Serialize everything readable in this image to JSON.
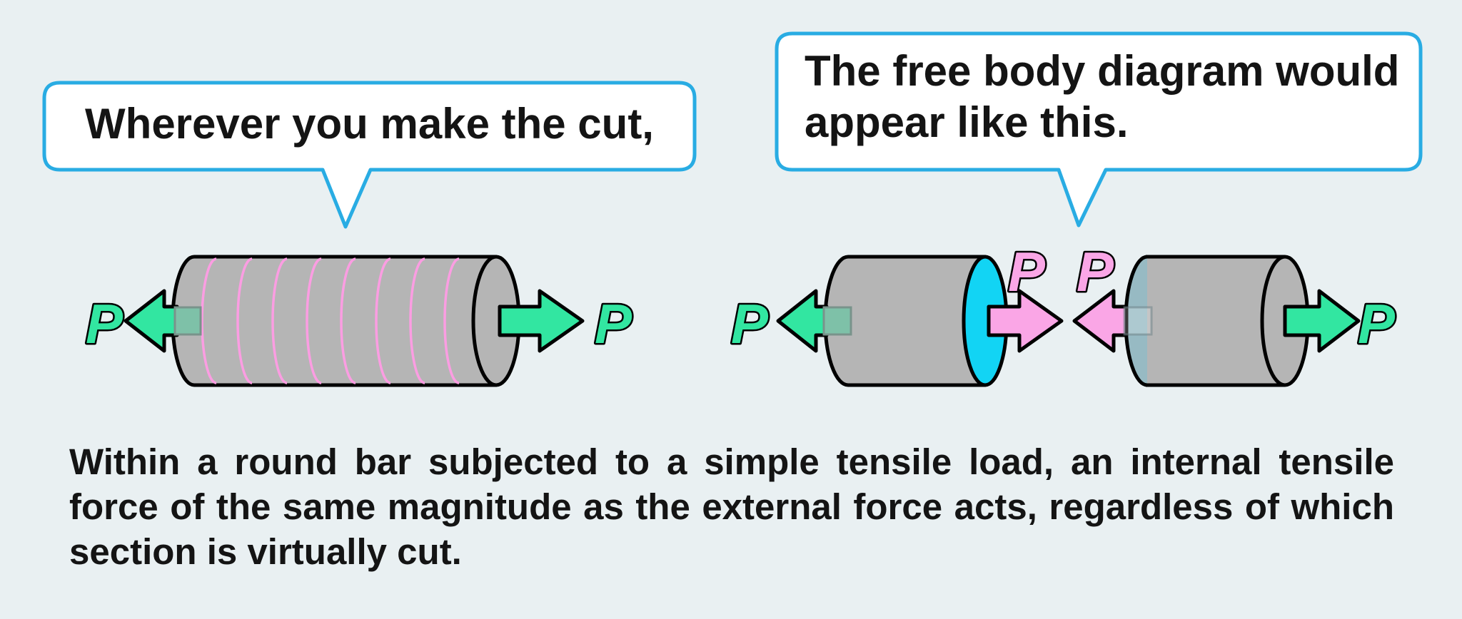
{
  "speech_bubbles": {
    "left": {
      "text": "Wherever you make the cut,"
    },
    "right": {
      "lines": [
        "The free body diagram would",
        "appear like this."
      ]
    }
  },
  "force_labels": {
    "external": "P",
    "internal": "P"
  },
  "caption": {
    "lines": [
      "Within a round bar subjected to a simple tensile load, an internal tensile",
      "force of the same magnitude as the external force acts, regardless of which",
      "section is virtually cut."
    ]
  },
  "colors": {
    "background": "#e9f0f2",
    "bubble_border": "#29ace3",
    "bubble_fill": "#ffffff",
    "bar_gray": "#b5b5b5",
    "outline_black": "#000000",
    "cut_line_pink": "#fb9de2",
    "external_arrow_green": "#32e6a1",
    "internal_arrow_pink": "#faa6e6",
    "cut_face_cyan": "#12d4f4",
    "far_face_muted_teal": "#97bac3",
    "embedded_tail_teal": "#7ec1a8"
  }
}
